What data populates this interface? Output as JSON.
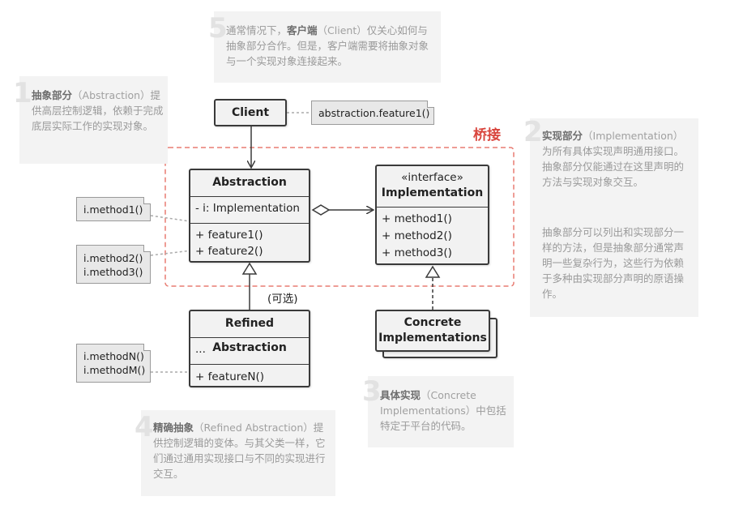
{
  "annotations": {
    "n1": {
      "num": "1",
      "bold": "抽象部分",
      "paren": "（Abstraction）",
      "body": "提供高层控制逻辑，依赖于完成底层实际工作的实现对象。"
    },
    "n2": {
      "num": "2",
      "bold": "实现部分",
      "paren": "（Implementation）",
      "body": "为所有具体实现声明通用接口。抽象部分仅能通过在这里声明的方法与实现对象交互。",
      "body2": "抽象部分可以列出和实现部分一样的方法，但是抽象部分通常声明一些复杂行为，这些行为依赖于多种由实现部分声明的原语操作。"
    },
    "n3": {
      "num": "3",
      "bold": "具体实现",
      "paren": "（Concrete Implementations）",
      "body": "中包括特定于平台的代码。"
    },
    "n4": {
      "num": "4",
      "bold": "精确抽象",
      "paren": "（Refined Abstraction）",
      "body": "提供控制逻辑的变体。与其父类一样，它们通过通用实现接口与不同的实现进行交互。"
    },
    "n5": {
      "num": "5",
      "pre": "通常情况下，",
      "bold": "客户端",
      "paren": "（Client）",
      "body": "仅关心如何与抽象部分合作。但是，客户端需要将抽象对象与一个实现对象连接起来。"
    }
  },
  "bridge_label": "桥接",
  "optional_label": "(可选)",
  "classes": {
    "client": {
      "name": "Client"
    },
    "abstraction": {
      "name": "Abstraction",
      "field": "- i: Implementation",
      "methods": [
        "+ feature1()",
        "+ feature2()"
      ]
    },
    "implementation": {
      "stereotype": "«interface»",
      "name": "Implementation",
      "methods": [
        "+ method1()",
        "+ method2()",
        "+ method3()"
      ]
    },
    "refined": {
      "name": "Refined Abstraction",
      "field": "...",
      "methods": [
        "+ featureN()"
      ]
    },
    "concrete": {
      "name_line1": "Concrete",
      "name_line2": "Implementations"
    }
  },
  "notes": {
    "client_note": "abstraction.feature1()",
    "feature1_note": "i.method1()",
    "feature2_note_line1": "i.method2()",
    "feature2_note_line2": "i.method3()",
    "featureN_note_line1": "i.methodN()",
    "featureN_note_line2": "i.methodM()"
  },
  "colors": {
    "bridge": "#d9453d",
    "card_bg": "#f3f3f3",
    "box_bg": "#f2f2f2",
    "stroke": "#3a3a3a"
  }
}
